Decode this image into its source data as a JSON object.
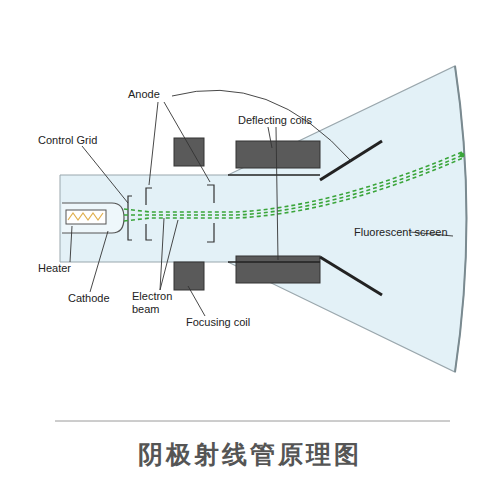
{
  "diagram": {
    "caption": "阴极射线管原理图",
    "labels": [
      "Anode",
      "Deflecting coils",
      "Control Grid",
      "Fluorescent screen",
      "Heater",
      "Cathode",
      "Electron beam",
      "Focusing coil"
    ]
  }
}
